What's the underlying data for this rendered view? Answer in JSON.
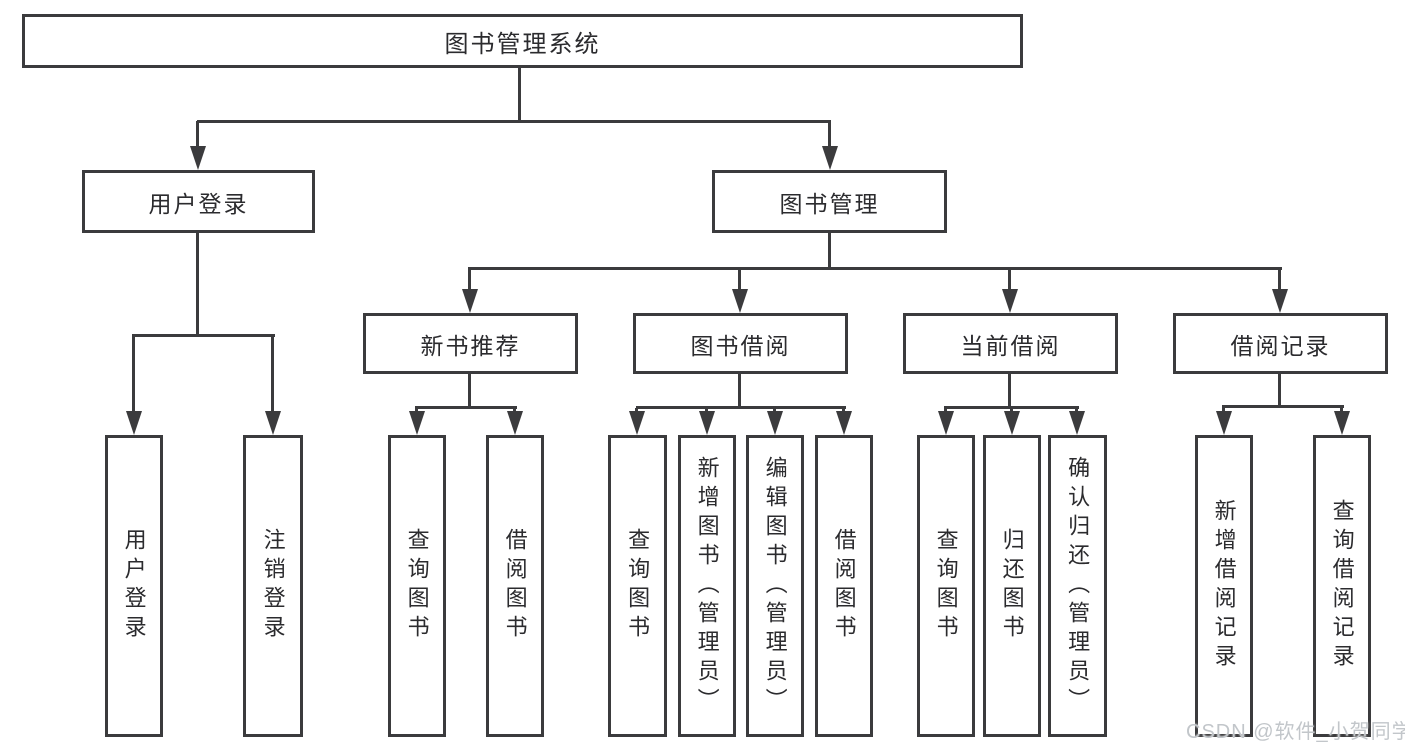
{
  "diagram_type": "hierarchy",
  "colors": {
    "line": "#3b3b3d",
    "text": "#2b2b2e",
    "background": "#ffffff",
    "watermark": "#c2c6ca"
  },
  "tree": {
    "label": "图书管理系统",
    "children": [
      {
        "label": "用户登录",
        "children": [
          {
            "label": "用户登录"
          },
          {
            "label": "注销登录"
          }
        ]
      },
      {
        "label": "图书管理",
        "children": [
          {
            "label": "新书推荐",
            "children": [
              {
                "label": "查询图书"
              },
              {
                "label": "借阅图书"
              }
            ]
          },
          {
            "label": "图书借阅",
            "children": [
              {
                "label": "查询图书"
              },
              {
                "label": "新增图书（管理员）"
              },
              {
                "label": "编辑图书（管理员）"
              },
              {
                "label": "借阅图书"
              }
            ]
          },
          {
            "label": "当前借阅",
            "children": [
              {
                "label": "查询图书"
              },
              {
                "label": "归还图书"
              },
              {
                "label": "确认归还（管理员）"
              }
            ]
          },
          {
            "label": "借阅记录",
            "children": [
              {
                "label": "新增借阅记录"
              },
              {
                "label": "查询借阅记录"
              }
            ]
          }
        ]
      }
    ]
  },
  "watermark": {
    "text": "CSDN @软件_小贺同学"
  }
}
